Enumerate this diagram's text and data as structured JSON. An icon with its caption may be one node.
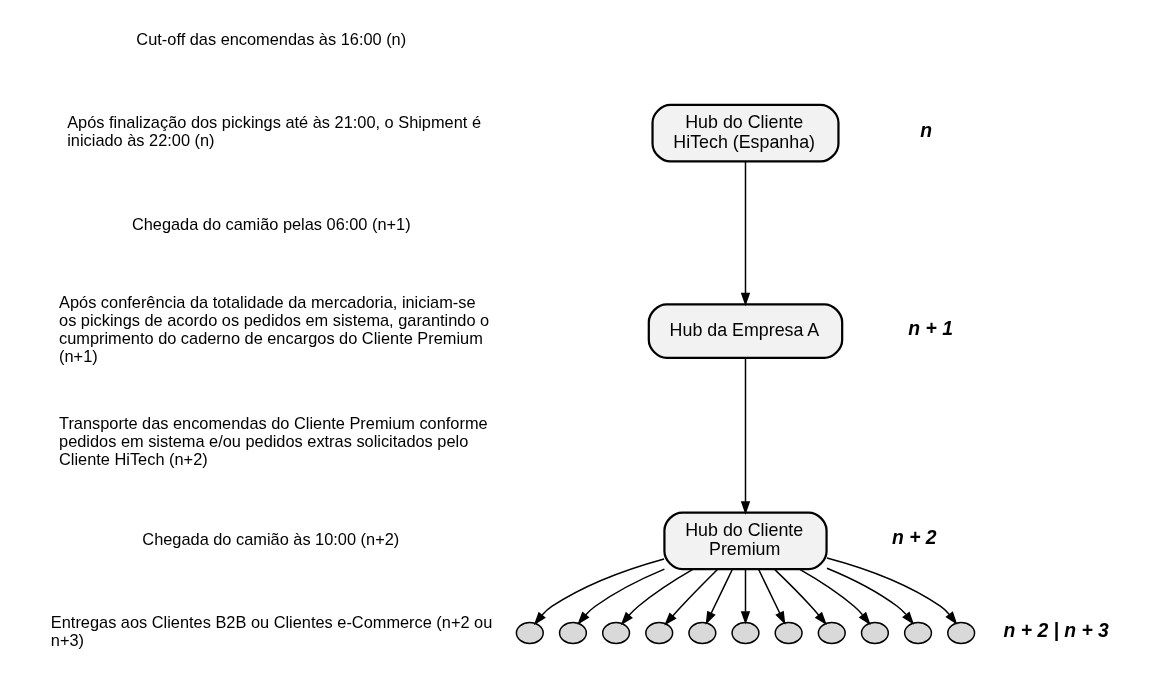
{
  "diagram": {
    "nodes": [
      {
        "text": [
          "Hub do Cliente HiTech (Espanha)"
        ]
      },
      {
        "text": [
          "Hub da Empresa A"
        ]
      },
      {
        "text": [
          "Hub do Cliente Premium"
        ]
      },
      {
        "text": [],
        "shape": "circle"
      },
      {
        "text": [],
        "shape": "circle"
      },
      {
        "text": [],
        "shape": "circle"
      },
      {
        "text": [],
        "shape": "circle"
      },
      {
        "text": [],
        "shape": "circle"
      },
      {
        "text": [],
        "shape": "circle"
      },
      {
        "text": [],
        "shape": "circle"
      },
      {
        "text": [],
        "shape": "circle"
      },
      {
        "text": [],
        "shape": "circle"
      },
      {
        "text": [],
        "shape": "circle"
      },
      {
        "text": [],
        "shape": "circle"
      }
    ],
    "edges": [
      {
        "from": 0,
        "to": 1,
        "arrow": "to"
      },
      {
        "from": 1,
        "to": 2,
        "arrow": "to"
      },
      {
        "from": 2,
        "to": 3,
        "arrow": "to"
      },
      {
        "from": 2,
        "to": 4,
        "arrow": "to"
      },
      {
        "from": 2,
        "to": 5,
        "arrow": "to"
      },
      {
        "from": 2,
        "to": 6,
        "arrow": "to"
      },
      {
        "from": 2,
        "to": 7,
        "arrow": "to"
      },
      {
        "from": 2,
        "to": 8,
        "arrow": "to"
      },
      {
        "from": 2,
        "to": 9,
        "arrow": "to"
      },
      {
        "from": 2,
        "to": 10,
        "arrow": "to"
      },
      {
        "from": 2,
        "to": 11,
        "arrow": "to"
      },
      {
        "from": 2,
        "to": 12,
        "arrow": "to"
      },
      {
        "from": 2,
        "to": 13,
        "arrow": "to"
      }
    ],
    "labels": [
      "Cut-off das encomendas às 16:00 (n)",
      "Após finalização dos pickings até às 21:00, o Shipment é iniciado às 22:00 (n)",
      "Chegada do camião pelas 06:00 (n+1)",
      "Após conferência da totalidade da mercadoria, iniciam-se os pickings de acordo os pedidos em sistema, garantindo o cumprimento do caderno de encargos do Cliente Premium (n+1)",
      "Transporte das encomendas do Cliente Premium conforme pedidos em sistema e/ou pedidos extras solicitados pelo Cliente HiTech (n+2)",
      "Chegada do camião às 10:00 (n+2)",
      "Entregas aos Clientes B2B ou Clientes e-Commerce (n+2 ou n+3)",
      "n",
      "n + 1",
      "n + 2",
      "n + 2 | n + 3"
    ]
  }
}
